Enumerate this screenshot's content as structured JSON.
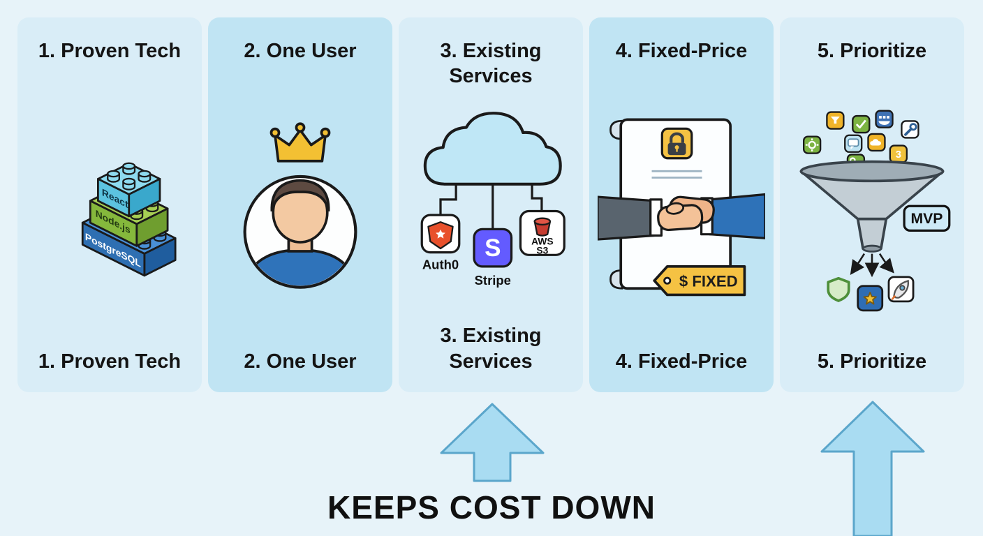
{
  "page": {
    "background": "#e7f3f9",
    "footer_label": "KEEPS COST DOWN"
  },
  "colors": {
    "card_light": "#d9edf7",
    "card_deep": "#c0e4f3",
    "arrow_fill": "#a9dcf2",
    "stripe_purple": "#635bff",
    "auth0_orange": "#e8502b",
    "tag_yellow": "#f5c243",
    "crown_gold": "#f3c033"
  },
  "cards": [
    {
      "title_top": "1. Proven Tech",
      "title_bottom": "1. Proven Tech",
      "bricks": {
        "top": "React",
        "middle": "Node.js",
        "bottom": "PostgreSQL"
      }
    },
    {
      "title_top": "2. One User",
      "title_bottom": "2. One User"
    },
    {
      "title_top": "3. Existing Services",
      "title_bottom": "3. Existing Services",
      "services": {
        "auth0_label": "Auth0",
        "stripe_label": "Stripe",
        "stripe_initial": "S",
        "aws_line1": "AWS",
        "aws_line2": "S3"
      }
    },
    {
      "title_top": "4. Fixed-Price",
      "title_bottom": "4. Fixed-Price",
      "tag_label": "$ FIXED"
    },
    {
      "title_top": "5. Prioritize",
      "title_bottom": "5. Prioritize",
      "badge_label": "MVP",
      "scatter_number": "3"
    }
  ]
}
